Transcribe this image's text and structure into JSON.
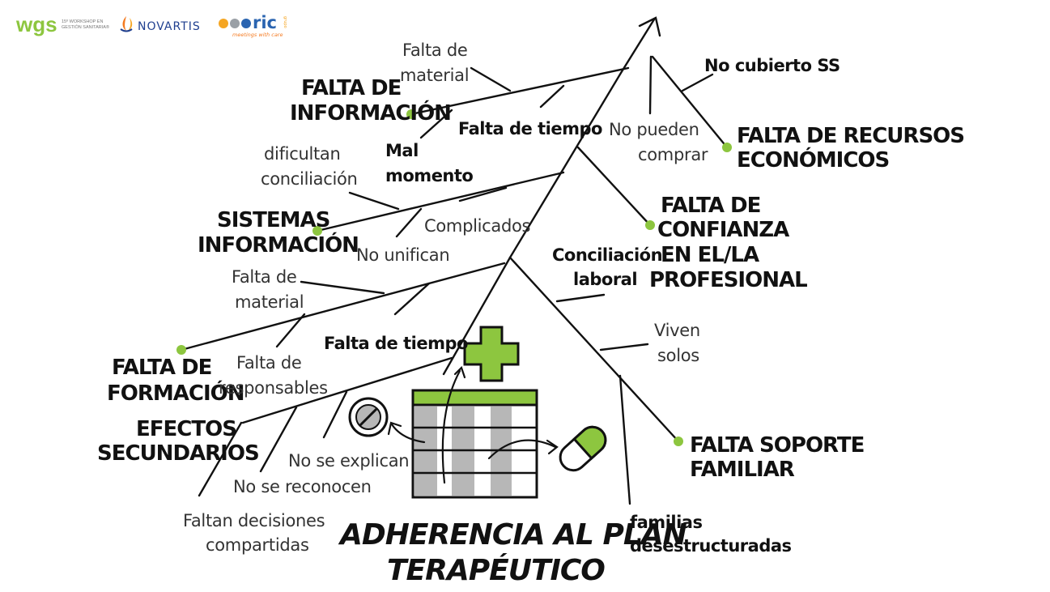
{
  "logos": {
    "wgs": "wgs",
    "wgs_caption_1": "15º WORKSHOP EN",
    "wgs_caption_2": "GESTIÓN SANITARIA®",
    "novartis": "NOVARTIS",
    "ric": "ric",
    "ric_group": "grupo",
    "ric_tagline": "meetings with care"
  },
  "title": {
    "line1": "ADHERENCIA AL PLAN",
    "line2": "TERAPÉUTICO"
  },
  "categories": {
    "informacion": [
      "FALTA DE",
      "INFORMACIÓN"
    ],
    "recursos": [
      "FALTA DE RECURSOS",
      "ECONÓMICOS"
    ],
    "sistemas": [
      "SISTEMAS",
      "INFORMACIÓN"
    ],
    "confianza": [
      "FALTA DE",
      "CONFIANZA",
      "EN EL/LA",
      "PROFESIONAL"
    ],
    "formacion": [
      "FALTA DE",
      "FORMACIÓN"
    ],
    "soporte": [
      "FALTA SOPORTE",
      "FAMILIAR"
    ],
    "efectos": [
      "EFECTOS",
      "SECUNDARIOS"
    ]
  },
  "causes": {
    "falta_material_1": [
      "Falta de",
      "material"
    ],
    "falta_tiempo_1": "Falta de tiempo",
    "mal_momento": [
      "Mal",
      "momento"
    ],
    "no_cubierto": "No cubierto SS",
    "no_pueden": [
      "No pueden",
      "comprar"
    ],
    "dificultan": [
      "dificultan",
      "conciliación"
    ],
    "complicados": "Complicados",
    "no_unifican": "No unifican",
    "conciliacion": [
      "Conciliación",
      "laboral"
    ],
    "falta_material_2": [
      "Falta de",
      "material"
    ],
    "falta_tiempo_2": "Falta de tiempo",
    "falta_responsables": [
      "Falta de",
      "responsables"
    ],
    "viven_solos": [
      "Viven",
      "solos"
    ],
    "no_explican": "No se explican",
    "no_reconocen": "No se reconocen",
    "faltan_decisiones": [
      "Faltan decisiones",
      "compartidas"
    ],
    "familias": [
      "familias",
      "desestructuradas"
    ]
  },
  "colors": {
    "accent": "#8dc63f",
    "ink": "#111111",
    "grid_gray": "#b7b7b7",
    "novartis_orange": "#f47a20",
    "novartis_blue": "#1f3f8f",
    "ric_orange": "#f5a623",
    "ric_blue": "#2a64b0",
    "ric_gray": "#9aa0a6"
  },
  "icons": [
    "pill-icon",
    "capsule-icon",
    "medical-cross-icon",
    "calendar-icon"
  ]
}
